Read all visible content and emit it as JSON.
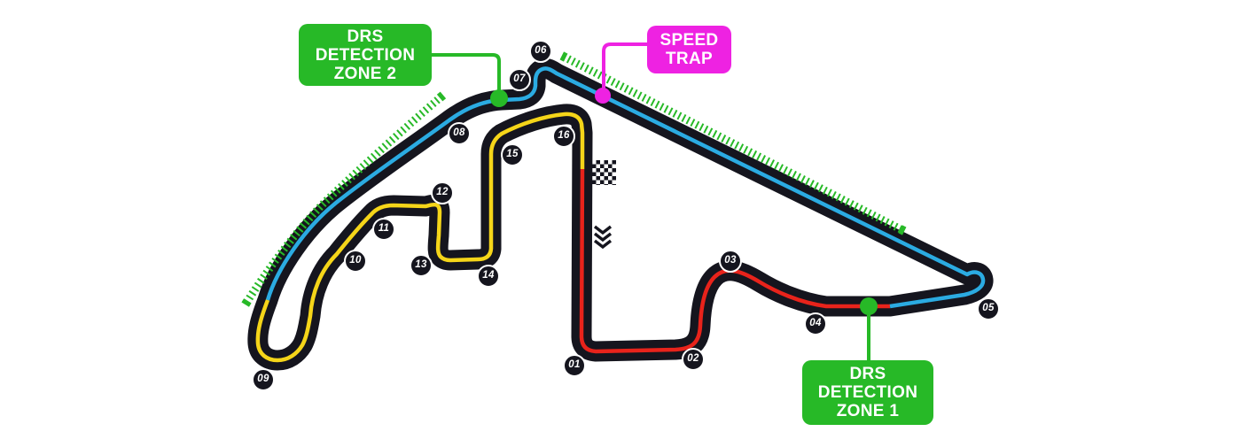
{
  "title": "Race circuit map with 16 numbered turns, DRS detection zones and speed trap",
  "colors": {
    "track": "#15151E",
    "sector1_red": "#E8231B",
    "sector2_cyan": "#2BABE2",
    "sector3_yellow": "#F5D519",
    "drs_green": "#27B927",
    "speed_trap_magenta": "#EE22E2",
    "marker_bg": "#15151E",
    "marker_text": "#FFFFFF"
  },
  "icons": {
    "start_finish": "checkered-flag-icon",
    "direction": "down-chevrons-icon",
    "drs_detection_point": "green-dot",
    "speed_trap_point": "magenta-dot"
  },
  "labels": {
    "drs_zone_2": {
      "lines": [
        "DRS",
        "DETECTION",
        "ZONE 2"
      ]
    },
    "drs_zone_1": {
      "lines": [
        "DRS",
        "DETECTION",
        "ZONE 1"
      ]
    },
    "speed_trap": {
      "lines": [
        "SPEED",
        "TRAP"
      ]
    }
  },
  "turns": [
    {
      "label": "01"
    },
    {
      "label": "02"
    },
    {
      "label": "03"
    },
    {
      "label": "04"
    },
    {
      "label": "05"
    },
    {
      "label": "06"
    },
    {
      "label": "07"
    },
    {
      "label": "08"
    },
    {
      "label": "09"
    },
    {
      "label": "10"
    },
    {
      "label": "11"
    },
    {
      "label": "12"
    },
    {
      "label": "13"
    },
    {
      "label": "14"
    },
    {
      "label": "15"
    },
    {
      "label": "16"
    }
  ]
}
